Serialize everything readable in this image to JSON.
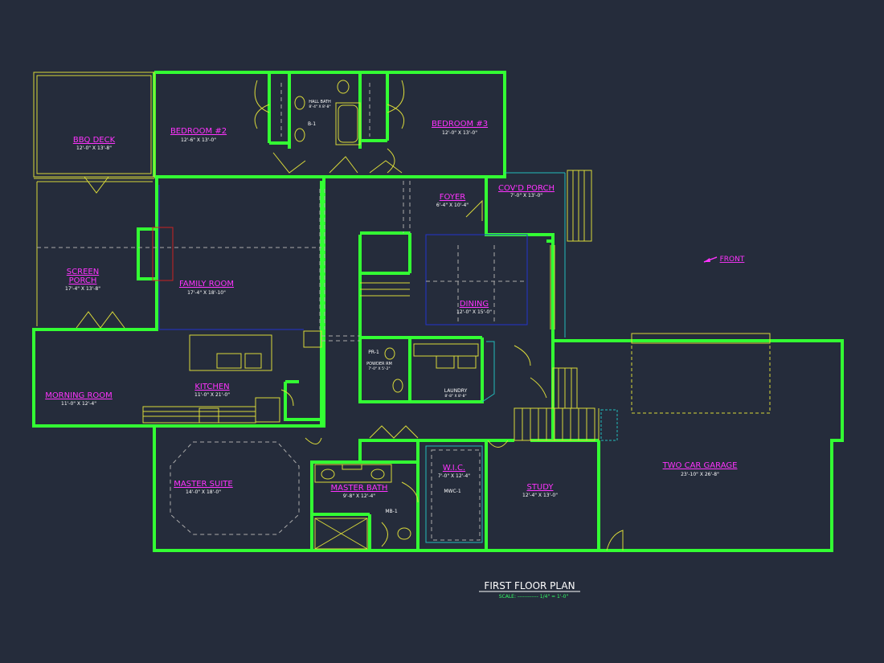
{
  "rooms": {
    "bbq_deck": {
      "name": "BBQ DECK",
      "dim": "12'-0\" X 13'-8\""
    },
    "bedroom2": {
      "name": "BEDROOM #2",
      "dim": "12'-6\" X 13'-0\""
    },
    "hall_bath": {
      "name": "HALL BATH",
      "dim": "8'-4\" X 8'-8\""
    },
    "b1": {
      "name": "B-1"
    },
    "bedroom3": {
      "name": "BEDROOM #3",
      "dim": "12'-0\" X 13'-0\""
    },
    "foyer": {
      "name": "FOYER",
      "dim": "6'-4\" X 10'-4\""
    },
    "covd_porch": {
      "name": "COV'D PORCH",
      "dim": "7'-0\" X 13'-0\""
    },
    "screen_porch": {
      "name1": "SCREEN",
      "name2": "PORCH",
      "dim": "17'-4\" X 13'-8\""
    },
    "family_room": {
      "name": "FAMILY ROOM",
      "dim": "17'-4\" X 18'-10\""
    },
    "dining": {
      "name": "DINING",
      "dim": "12'-0\" X 15'-0\""
    },
    "pr1": {
      "name": "PR-1"
    },
    "powder_rm": {
      "name": "POWDER RM",
      "dim": "7'-0\" X 5'-2\""
    },
    "laundry": {
      "name": "LAUNDRY",
      "dim": "8'-8\" X 8'-8\""
    },
    "morning_room": {
      "name": "MORNING ROOM",
      "dim": "11'-0\" X 12'-4\""
    },
    "kitchen": {
      "name": "KITCHEN",
      "dim": "11'-0\" X 21'-0\""
    },
    "master_suite": {
      "name": "MASTER SUITE",
      "dim": "14'-0\" X 18'-0\""
    },
    "master_bath": {
      "name": "MASTER BATH",
      "dim": "9'-8\" X 12'-4\""
    },
    "mb1": {
      "name": "MB-1"
    },
    "wic": {
      "name": "W.I.C.",
      "dim": "7'-0\" X 12'-4\""
    },
    "mwc1": {
      "name": "MWC-1"
    },
    "study": {
      "name": "STUDY",
      "dim": "12'-4\" X 13'-0\""
    },
    "garage": {
      "name": "TWO CAR GARAGE",
      "dim": "23'-10\" X 26'-8\""
    }
  },
  "front_label": "FRONT",
  "plan_title": "FIRST FLOOR PLAN",
  "scale_text": "SCALE: ------------ 1/4\" = 1'-0\"",
  "colors": {
    "background": "#252c3b",
    "wall": "#33ff33",
    "label": "#ff33ff",
    "dim": "#ffffff",
    "fixture": "#d9d93a",
    "hidden": "#2233cc",
    "cyan": "#22bbbb"
  }
}
